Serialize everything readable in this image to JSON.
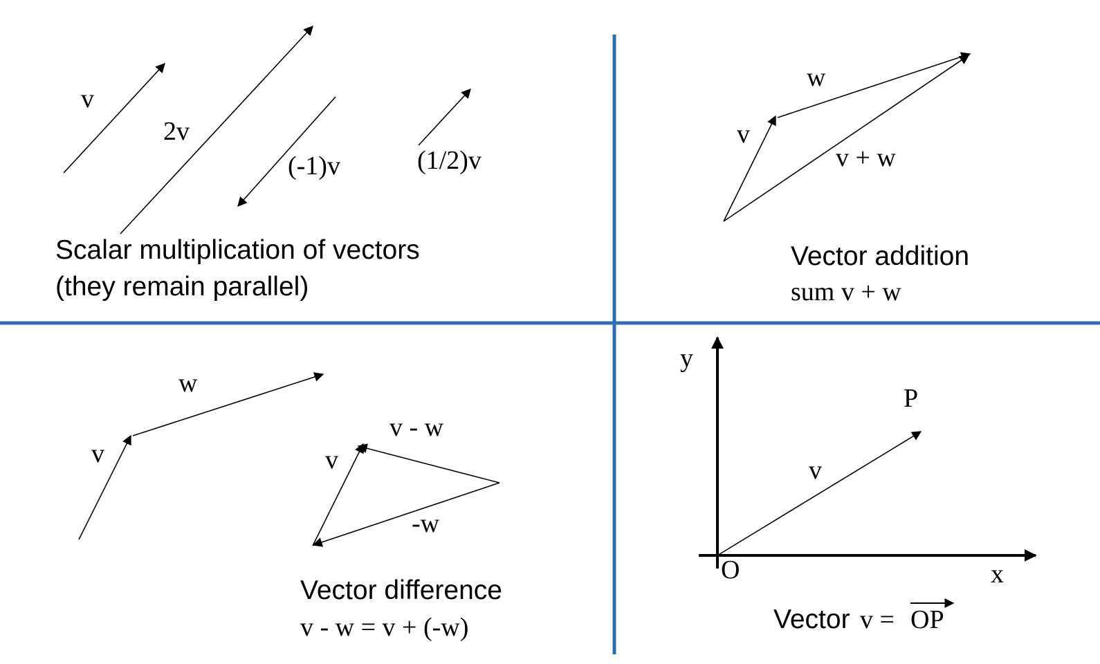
{
  "colors": {
    "divider": "#2e6db4",
    "ink": "#000000",
    "background": "#ffffff"
  },
  "scalar": {
    "label_v": "v",
    "label_2v": "2v",
    "label_neg": "(-1)v",
    "label_half": "(1/2)v",
    "caption_line1": "Scalar multiplication of vectors",
    "caption_line2": "(they remain parallel)"
  },
  "addition": {
    "label_w": "w",
    "label_v": "v",
    "label_sum": "v + w",
    "caption_line1": "Vector addition",
    "caption_line2": "sum v + w"
  },
  "difference": {
    "label_w": "w",
    "label_v1": "v",
    "label_v2": "v",
    "label_diff": "v - w",
    "label_negw": "-w",
    "caption_line1": "Vector difference",
    "caption_line2": "v - w = v + (-w)"
  },
  "position": {
    "axis_y": "y",
    "axis_x": "x",
    "origin": "O",
    "point": "P",
    "label_v": "v",
    "caption_prefix": "Vector",
    "caption_formula": "v =",
    "caption_op": "OP"
  }
}
